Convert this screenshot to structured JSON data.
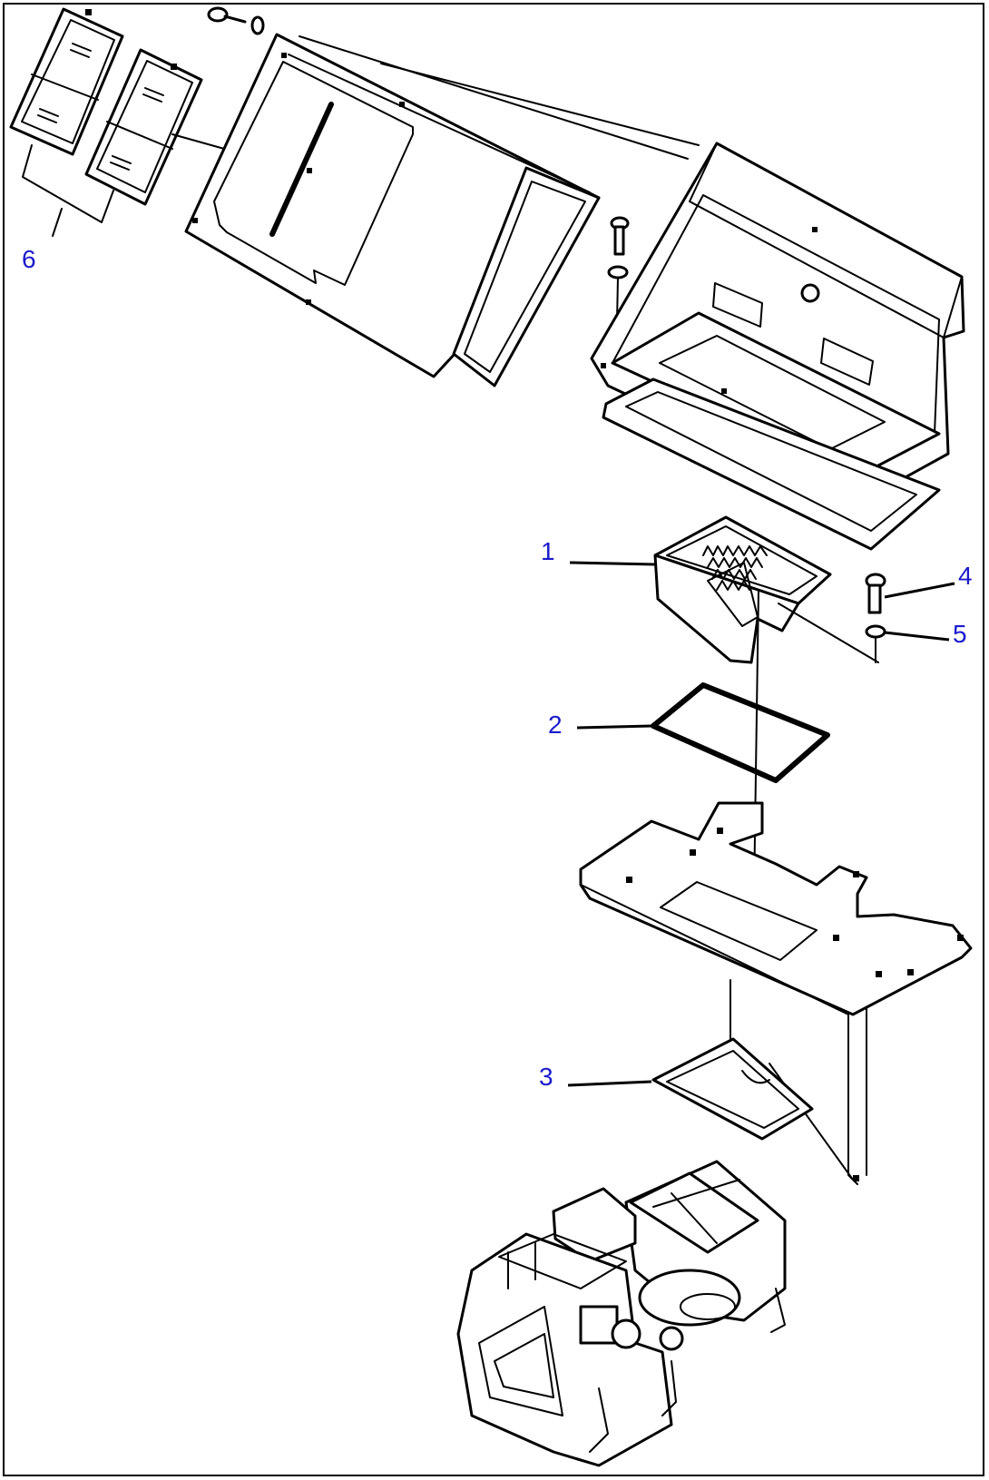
{
  "colors": {
    "callout": "#1a1acc",
    "line": "#000000",
    "background": "#ffffff"
  },
  "callouts": [
    {
      "id": "1",
      "label": "1"
    },
    {
      "id": "2",
      "label": "2"
    },
    {
      "id": "3",
      "label": "3"
    },
    {
      "id": "4",
      "label": "4"
    },
    {
      "id": "5",
      "label": "5"
    },
    {
      "id": "6",
      "label": "6"
    }
  ]
}
